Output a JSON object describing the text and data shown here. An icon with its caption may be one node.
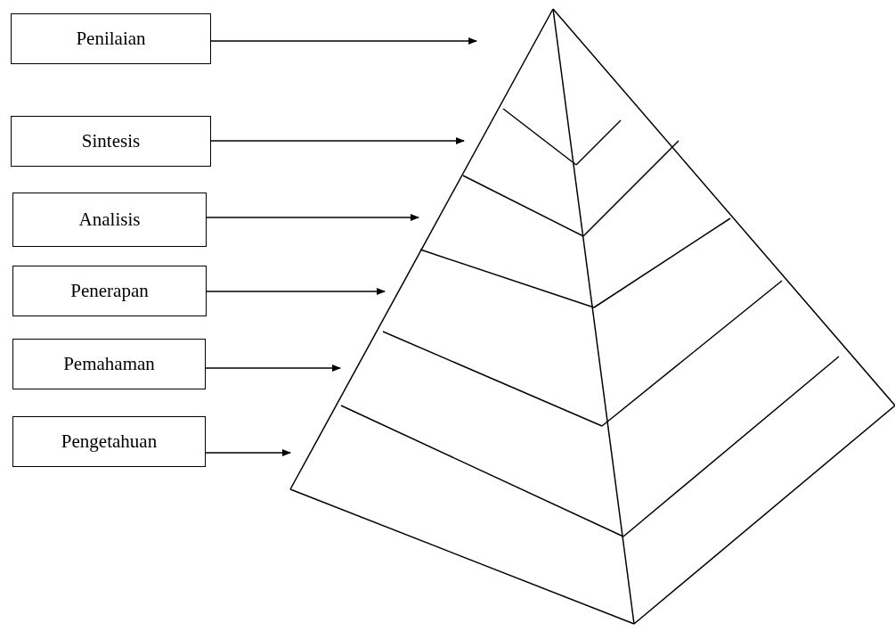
{
  "diagram": {
    "nodes": [
      {
        "text": [
          "Penilaian"
        ]
      },
      {
        "text": [
          "Sintesis"
        ]
      },
      {
        "text": [
          "Analisis"
        ]
      },
      {
        "text": [
          "Penerapan"
        ]
      },
      {
        "text": [
          "Pemahaman"
        ]
      },
      {
        "text": [
          "Pengetahuan"
        ]
      }
    ],
    "edges": [
      {
        "from": 0,
        "to": null,
        "arrow": "to"
      },
      {
        "from": 1,
        "to": null,
        "arrow": "to"
      },
      {
        "from": 2,
        "to": null,
        "arrow": "to"
      },
      {
        "from": 3,
        "to": null,
        "arrow": "to"
      },
      {
        "from": 4,
        "to": null,
        "arrow": "to"
      },
      {
        "from": 5,
        "to": null,
        "arrow": "to"
      }
    ]
  }
}
